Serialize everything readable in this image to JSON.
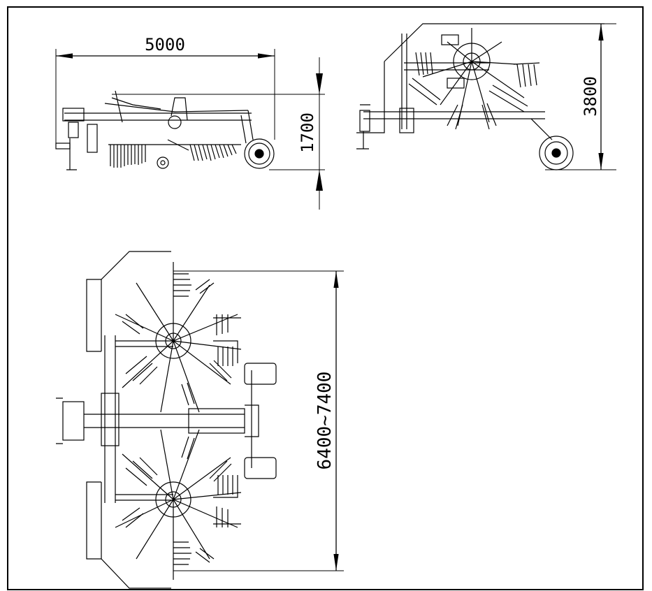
{
  "dimensions": {
    "length": "5000",
    "height_transport": "1700",
    "height_working": "3800",
    "working_width": "6400~7400"
  },
  "colors": {
    "line": "#000000",
    "background": "#ffffff"
  }
}
